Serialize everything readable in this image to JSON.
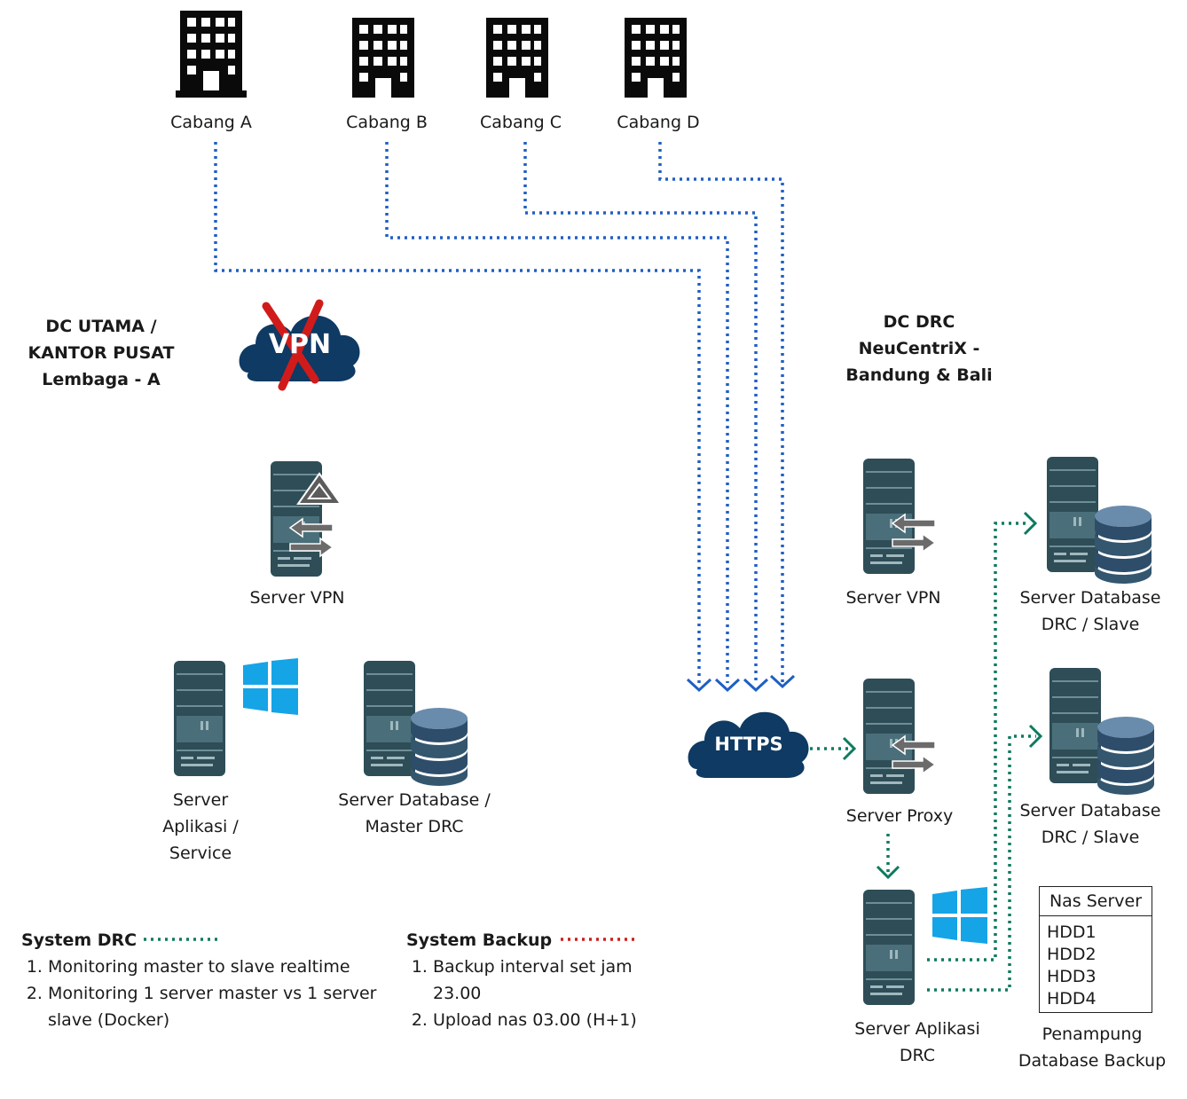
{
  "branches": [
    {
      "label": "Cabang A"
    },
    {
      "label": "Cabang B"
    },
    {
      "label": "Cabang C"
    },
    {
      "label": "Cabang D"
    }
  ],
  "dc_utama": {
    "line1": "DC UTAMA /",
    "line2": "KANTOR PUSAT",
    "line3": "Lembaga - A"
  },
  "vpn_cloud": {
    "text": "VPN"
  },
  "https_cloud": {
    "text": "HTTPS"
  },
  "dc_drc": {
    "line1": "DC DRC",
    "line2": "NeuCentriX -",
    "line3": "Bandung & Bali"
  },
  "servers": {
    "vpn_left": "Server VPN",
    "app_left": {
      "line1": "Server",
      "line2": "Aplikasi /",
      "line3": "Service"
    },
    "db_master": {
      "line1": "Server Database /",
      "line2": "Master DRC"
    },
    "vpn_right": "Server VPN",
    "proxy": "Server Proxy",
    "db_slave_1": {
      "line1": "Server Database",
      "line2": "DRC / Slave"
    },
    "db_slave_2": {
      "line1": "Server Database",
      "line2": "DRC / Slave"
    },
    "app_drc": {
      "line1": "Server Aplikasi",
      "line2": "DRC"
    }
  },
  "nas": {
    "title": "Nas Server",
    "items": [
      "HDD1",
      "HDD2",
      "HDD3",
      "HDD4"
    ],
    "caption1": "Penampung",
    "caption2": "Database Backup"
  },
  "legend_drc": {
    "title": "System DRC",
    "items": [
      "Monitoring master to slave realtime",
      "Monitoring 1 server master vs 1 server slave (Docker)"
    ]
  },
  "legend_backup": {
    "title": "System Backup",
    "items": [
      "Backup interval set jam 23.00",
      "Upload nas 03.00 (H+1)"
    ]
  },
  "colors": {
    "blue_line": "#1f5fc4",
    "green_line": "#0d7a5f",
    "red_line": "#d11b1b",
    "cloud": "#0e3a63",
    "server_dark": "#2e4d57",
    "server_mid": "#4a6f7a"
  }
}
